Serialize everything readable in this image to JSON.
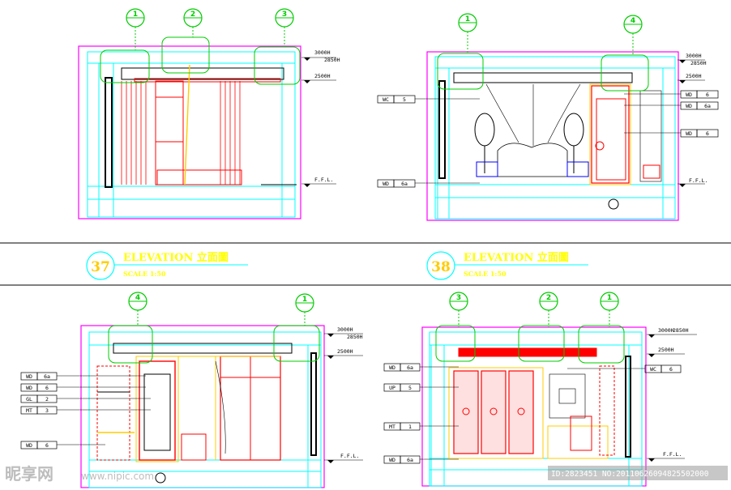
{
  "colors": {
    "background": "#ffffff",
    "wall": "#ff00ff",
    "frame": "#00ffff",
    "red": "#ff0000",
    "yellow": "#ffff00",
    "green": "#00cc00",
    "black": "#000000",
    "blue": "#0000ff"
  },
  "elevations": {
    "e37": {
      "number": "37",
      "title": "ELEVATION 立面圖",
      "scale": "SCALE 1:50"
    },
    "e38": {
      "number": "38",
      "title": "ELEVATION 立面圖",
      "scale": "SCALE 1:50"
    }
  },
  "level_labels": {
    "l3000": "3000H",
    "l2850": "2850H",
    "l2500": "2500H",
    "ffl": "F.F.L.",
    "l3000b": "3000H",
    "l2850b": "2850H",
    "l2500b": "2500H",
    "ffl_b": "F.F.L.",
    "l3000c": "3000H",
    "l2850c": "2850H",
    "l2500c": "2500H",
    "ffl_c": "F.F.L.",
    "l3000d": "3000H",
    "l2850d": "2850H",
    "l2500d": "2500H",
    "ffl_d": "F.F.L."
  },
  "sections": {
    "tl1": "1",
    "tl2": "2",
    "tl3": "3",
    "tr1": "1",
    "tr4": "4",
    "bl4": "4",
    "bl1": "1",
    "br3": "3",
    "br2": "2",
    "br1": "1"
  },
  "tags": {
    "tr": [
      {
        "code": "WC",
        "num": "5"
      },
      {
        "code": "WD",
        "num": "6a"
      },
      {
        "code": "WD",
        "num": "6"
      },
      {
        "code": "WD",
        "num": "6a"
      },
      {
        "code": "WD",
        "num": "6"
      }
    ],
    "bl": [
      {
        "code": "WD",
        "num": "6a"
      },
      {
        "code": "WD",
        "num": "6"
      },
      {
        "code": "GL",
        "num": "2"
      },
      {
        "code": "MT",
        "num": "3"
      },
      {
        "code": "WD",
        "num": "6"
      }
    ],
    "br": [
      {
        "code": "WD",
        "num": "6a"
      },
      {
        "code": "UP",
        "num": "5"
      },
      {
        "code": "MT",
        "num": "1"
      },
      {
        "code": "WD",
        "num": "6a"
      },
      {
        "code": "WC",
        "num": "6"
      }
    ]
  },
  "watermark": {
    "logo": "昵享网",
    "url": "www.nipic.com",
    "id": "ID:2823451 NO:20110626094825502000"
  }
}
